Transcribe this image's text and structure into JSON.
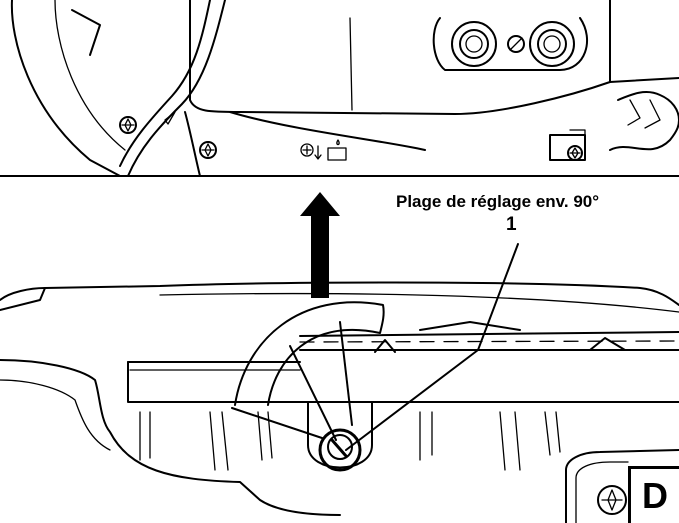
{
  "callout": {
    "title": "Plage de réglage env. 90°",
    "number": "1"
  },
  "view_label": "D",
  "colors": {
    "line": "#000000",
    "background": "#ffffff"
  },
  "icons": [
    "oil-pump-adjust-icon",
    "screw-torx-icon",
    "direction-arrow-up-icon"
  ]
}
